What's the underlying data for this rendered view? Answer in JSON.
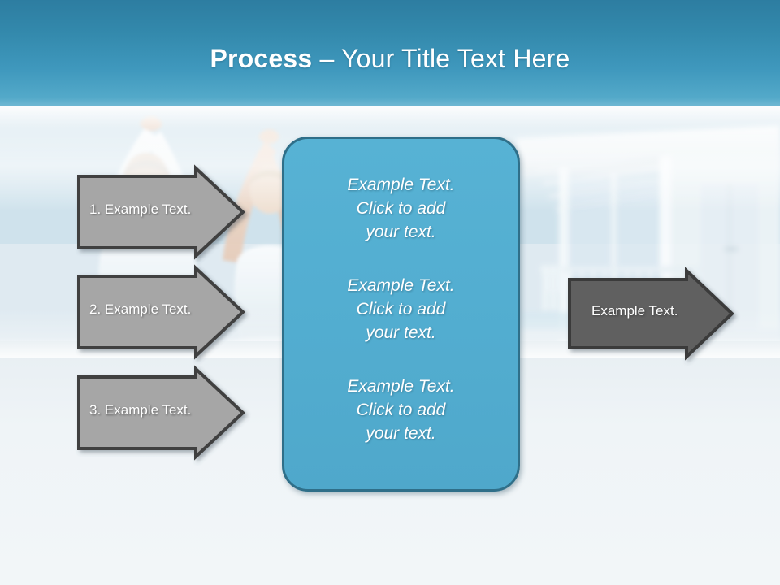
{
  "slide": {
    "title_bold": "Process",
    "title_rest": " – Your Title Text Here"
  },
  "colors": {
    "sky_top": "#2d7da1",
    "sky_mid": "#4fa3cc",
    "page_bg": "#eef3f6",
    "arrow_light_fill": "#a6a6a6",
    "arrow_light_stroke": "#404040",
    "arrow_dark_fill": "#616161",
    "arrow_dark_stroke": "#3a3a3a",
    "panel_fill": "#53aed1",
    "panel_stroke": "#2f6f89",
    "text_white": "#ffffff"
  },
  "input_arrows": [
    {
      "id": "arrow-1",
      "label": "1.  Example Text."
    },
    {
      "id": "arrow-2",
      "label": "2. Example Text."
    },
    {
      "id": "arrow-3",
      "label": "3. Example Text."
    }
  ],
  "center_panel": {
    "blocks": [
      {
        "line1": "Example Text.",
        "line2": "Click  to add",
        "line3": "your text."
      },
      {
        "line1": "Example Text.",
        "line2": "Click  to add",
        "line3": "your text."
      },
      {
        "line1": "Example Text.",
        "line2": "Click  to add",
        "line3": "your text."
      }
    ]
  },
  "output_arrow": {
    "label": "Example Text."
  }
}
